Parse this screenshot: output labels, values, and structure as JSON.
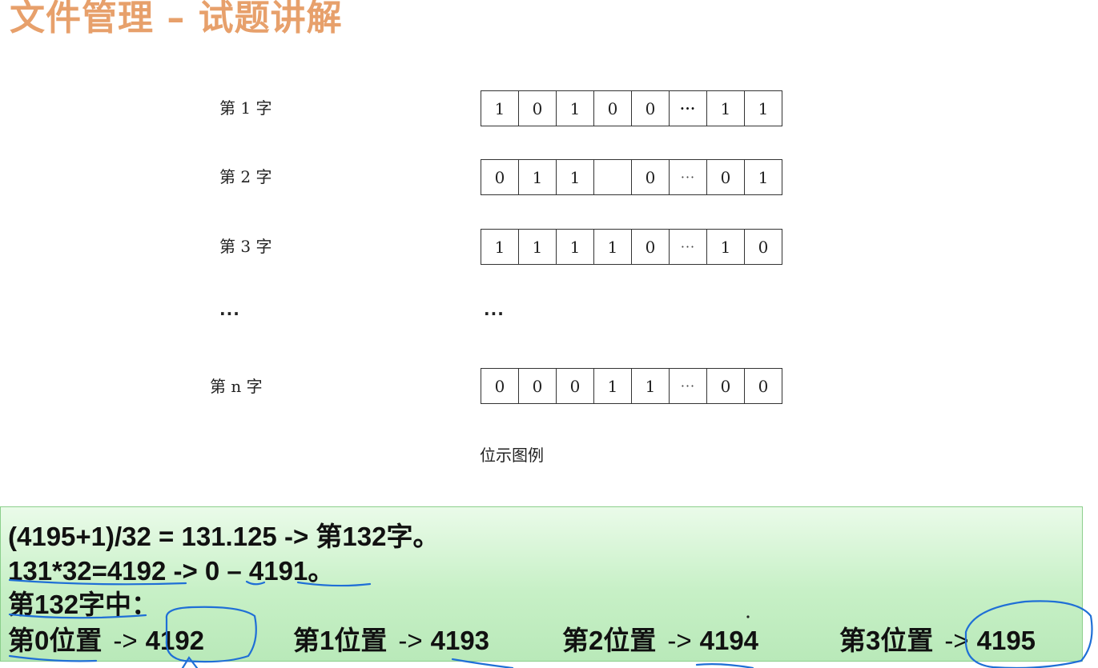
{
  "title": "文件管理 – 试题讲解",
  "bitmap": {
    "rows": [
      {
        "label": "第 1 字",
        "bits": [
          "1",
          "0",
          "1",
          "0",
          "0",
          "···",
          "1",
          "1"
        ]
      },
      {
        "label": "第 2 字",
        "bits": [
          "0",
          "1",
          "1",
          "",
          "0",
          "···",
          "0",
          "1"
        ]
      },
      {
        "label": "第 3 字",
        "bits": [
          "1",
          "1",
          "1",
          "1",
          "0",
          "···",
          "1",
          "0"
        ]
      },
      {
        "label": "第 n 字",
        "bits": [
          "0",
          "0",
          "0",
          "1",
          "1",
          "···",
          "0",
          "0"
        ]
      }
    ],
    "ellipsis_label": "···",
    "ellipsis_bits": "···",
    "caption": "位示图例"
  },
  "explanation": {
    "line1": "(4195+1)/32 = 131.125  -> 第132字。",
    "line2": "131*32=4192  -> 0 – 4191。",
    "line3": "第132字中：",
    "positions": [
      {
        "label": "第0位置",
        "arrow": "->",
        "value": "4192"
      },
      {
        "label": "第1位置",
        "arrow": "->",
        "value": "4193"
      },
      {
        "label": "第2位置",
        "arrow": "->",
        "value": "4194"
      },
      {
        "label": "第3位置",
        "arrow": "->",
        "value": "4195"
      }
    ]
  },
  "colors": {
    "title": "#e7a06b",
    "box_fill": "#c7f0c6",
    "annotation_ink": "#1f6fd6"
  }
}
